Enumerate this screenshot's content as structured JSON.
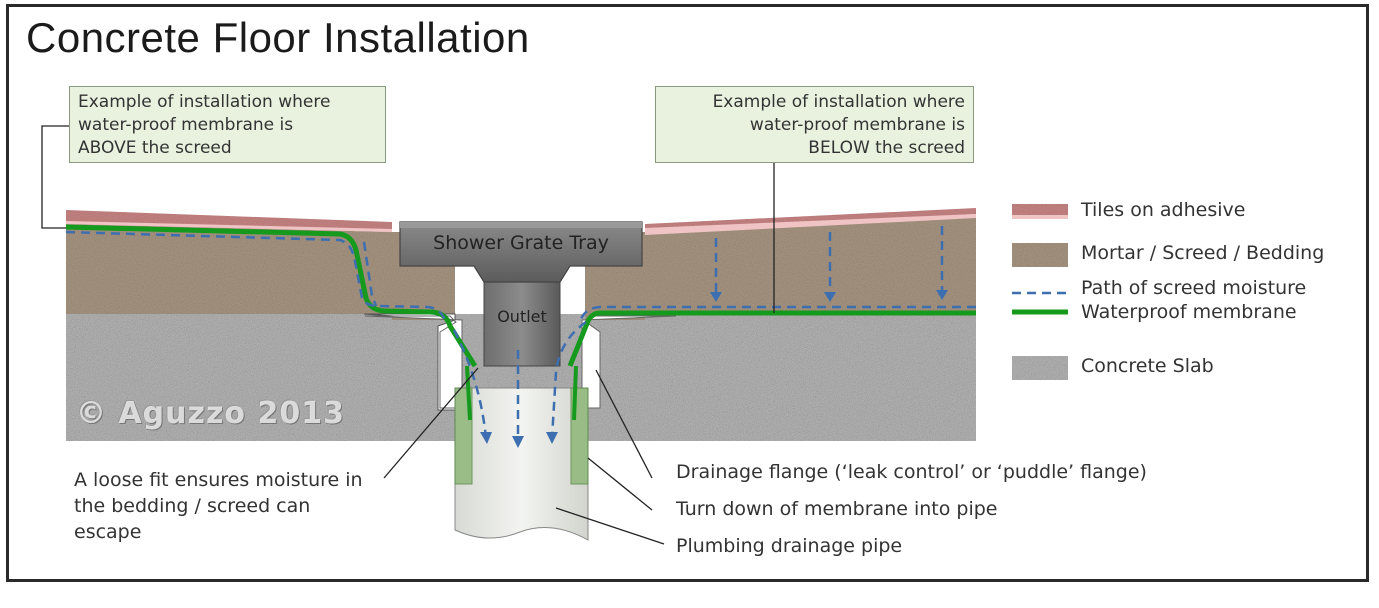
{
  "title": "Concrete Floor Installation",
  "callout_left": {
    "lines": [
      "Example of installation where",
      "water-proof membrane is",
      "ABOVE the screed"
    ]
  },
  "callout_right": {
    "lines": [
      "Example of installation where",
      "water-proof membrane is",
      "BELOW the screed"
    ]
  },
  "labels": {
    "tray": "Shower Grate Tray",
    "outlet": "Outlet",
    "watermark": "© Aguzzo 2013"
  },
  "legend": [
    {
      "label": "Tiles on adhesive",
      "swatch": "tiles"
    },
    {
      "label": "Mortar / Screed / Bedding",
      "swatch": "mortar"
    },
    {
      "label": "Path of screed moisture",
      "swatch": "dashed-line"
    },
    {
      "label": "Waterproof membrane",
      "swatch": "green-line"
    },
    {
      "label": "Concrete Slab",
      "swatch": "concrete"
    }
  ],
  "annotations": {
    "loose_fit": [
      "A loose fit ensures moisture in",
      "the bedding / screed can",
      "escape"
    ],
    "flange": "Drainage flange (‘leak control’ or ‘puddle’ flange)",
    "turn_down": "Turn down of membrane into pipe",
    "pipe": "Plumbing drainage pipe"
  },
  "colors": {
    "tiles": "#c98a8a",
    "tile_adhesive": "#f0c4c4",
    "mortar": "#a3907c",
    "concrete": "#b9b9b9",
    "membrane": "#169a1f",
    "moisture": "#3d6fb0",
    "callout_bg": "#e9f2df",
    "pipe": "#e9ebe6",
    "tray": "#6d6d6d"
  }
}
